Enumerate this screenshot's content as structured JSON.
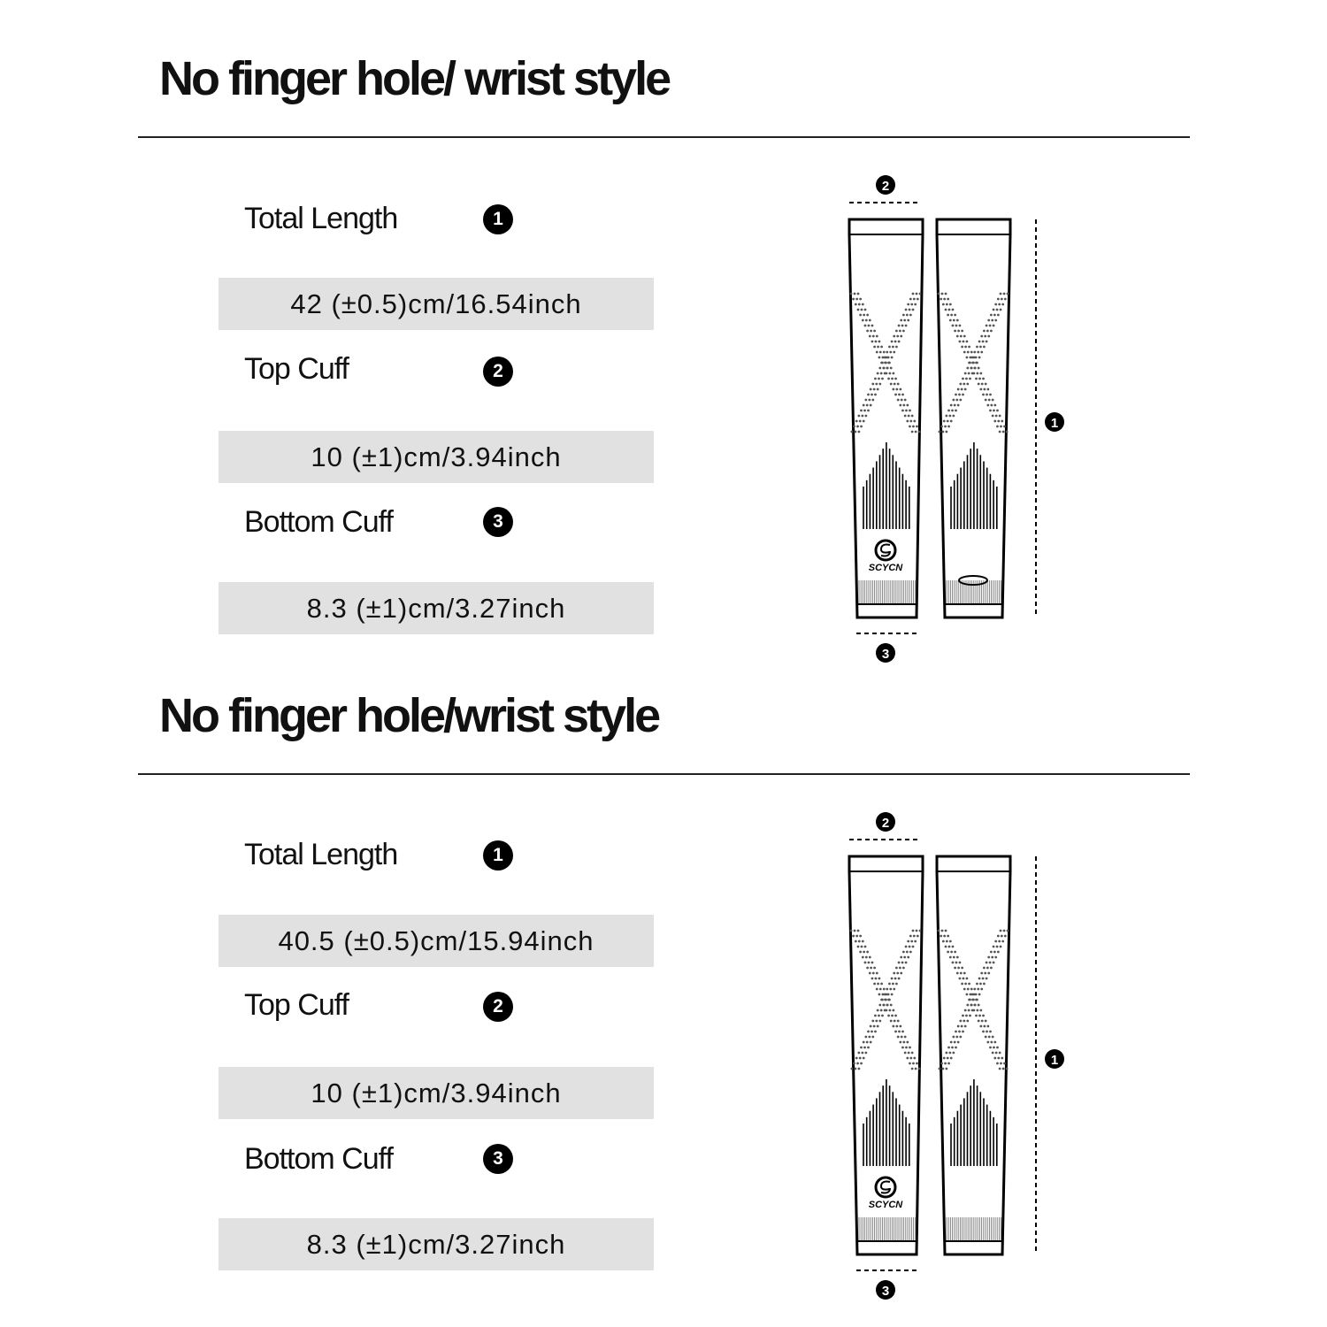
{
  "sections": [
    {
      "title": "No finger hole/ wrist style",
      "specs": [
        {
          "label": "Total Length",
          "number": "1",
          "value": "42 (±0.5)cm/16.54inch"
        },
        {
          "label": "Top Cuff",
          "number": "2",
          "value": "10 (±1)cm/3.94inch"
        },
        {
          "label": "Bottom Cuff",
          "number": "3",
          "value": "8.3 (±1)cm/3.27inch"
        }
      ],
      "diagram": {
        "marker_top": "2",
        "marker_bottom": "3",
        "marker_side": "1",
        "logo_text": "SCYCN"
      }
    },
    {
      "title": "No finger hole/wrist style",
      "specs": [
        {
          "label": "Total Length",
          "number": "1",
          "value": "40.5 (±0.5)cm/15.94inch"
        },
        {
          "label": "Top Cuff",
          "number": "2",
          "value": "10 (±1)cm/3.94inch"
        },
        {
          "label": "Bottom Cuff",
          "number": "3",
          "value": "8.3 (±1)cm/3.27inch"
        }
      ],
      "diagram": {
        "marker_top": "2",
        "marker_bottom": "3",
        "marker_side": "1",
        "logo_text": "SCYCN"
      }
    }
  ],
  "colors": {
    "ink": "#111111",
    "value_bg": "#e1e1e1",
    "marker_bg": "#000000"
  }
}
